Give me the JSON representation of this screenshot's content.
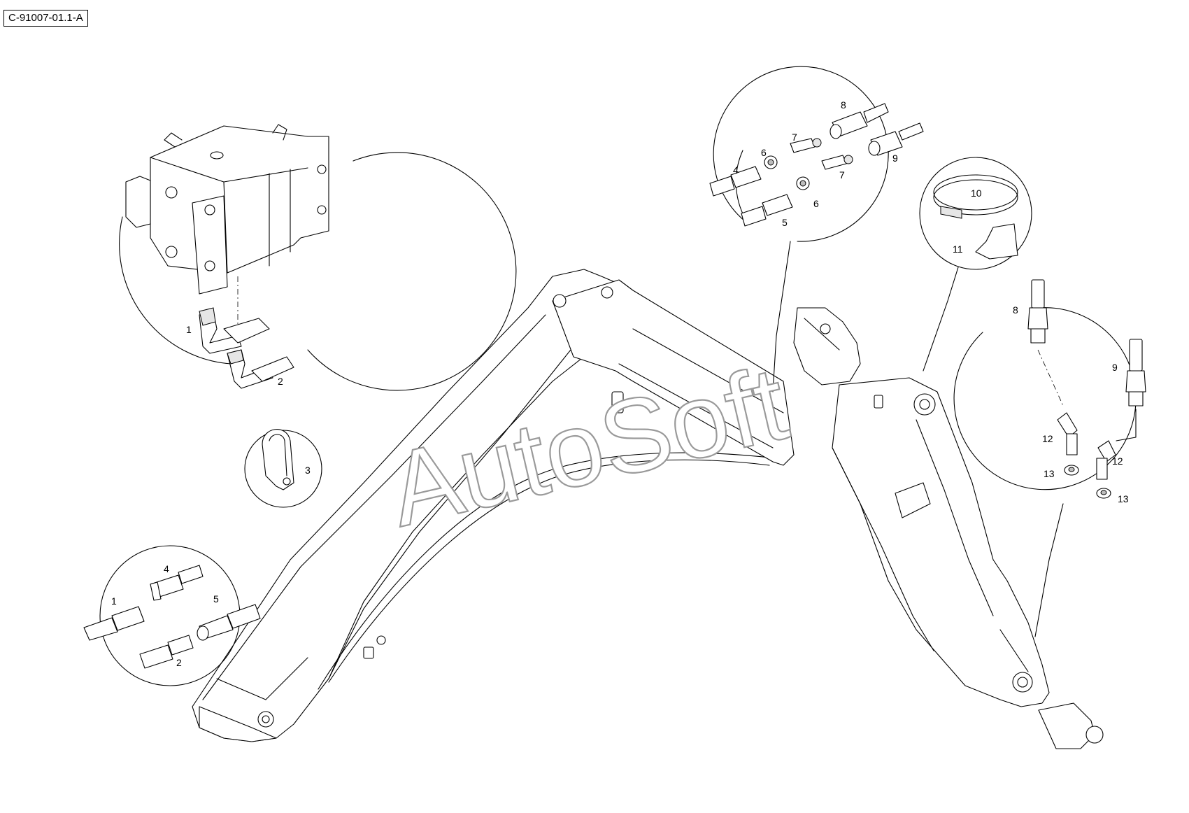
{
  "reference_code": "C-91007-01.1-A",
  "watermark": "AutoSoft",
  "callouts": {
    "pump_detail": [
      "1",
      "2"
    ],
    "clamp_detail": [
      "3"
    ],
    "fittings_top": [
      "4",
      "5",
      "6",
      "6",
      "7",
      "7",
      "8",
      "9"
    ],
    "hose_clamp_detail": [
      "10",
      "11"
    ],
    "swivel_detail": [
      "8",
      "9",
      "12",
      "12",
      "13",
      "13"
    ],
    "fittings_bottom": [
      "1",
      "2",
      "4",
      "5"
    ]
  },
  "colors": {
    "line": "#000000",
    "background": "#ffffff",
    "watermark_stroke": "#9a9a9a"
  }
}
